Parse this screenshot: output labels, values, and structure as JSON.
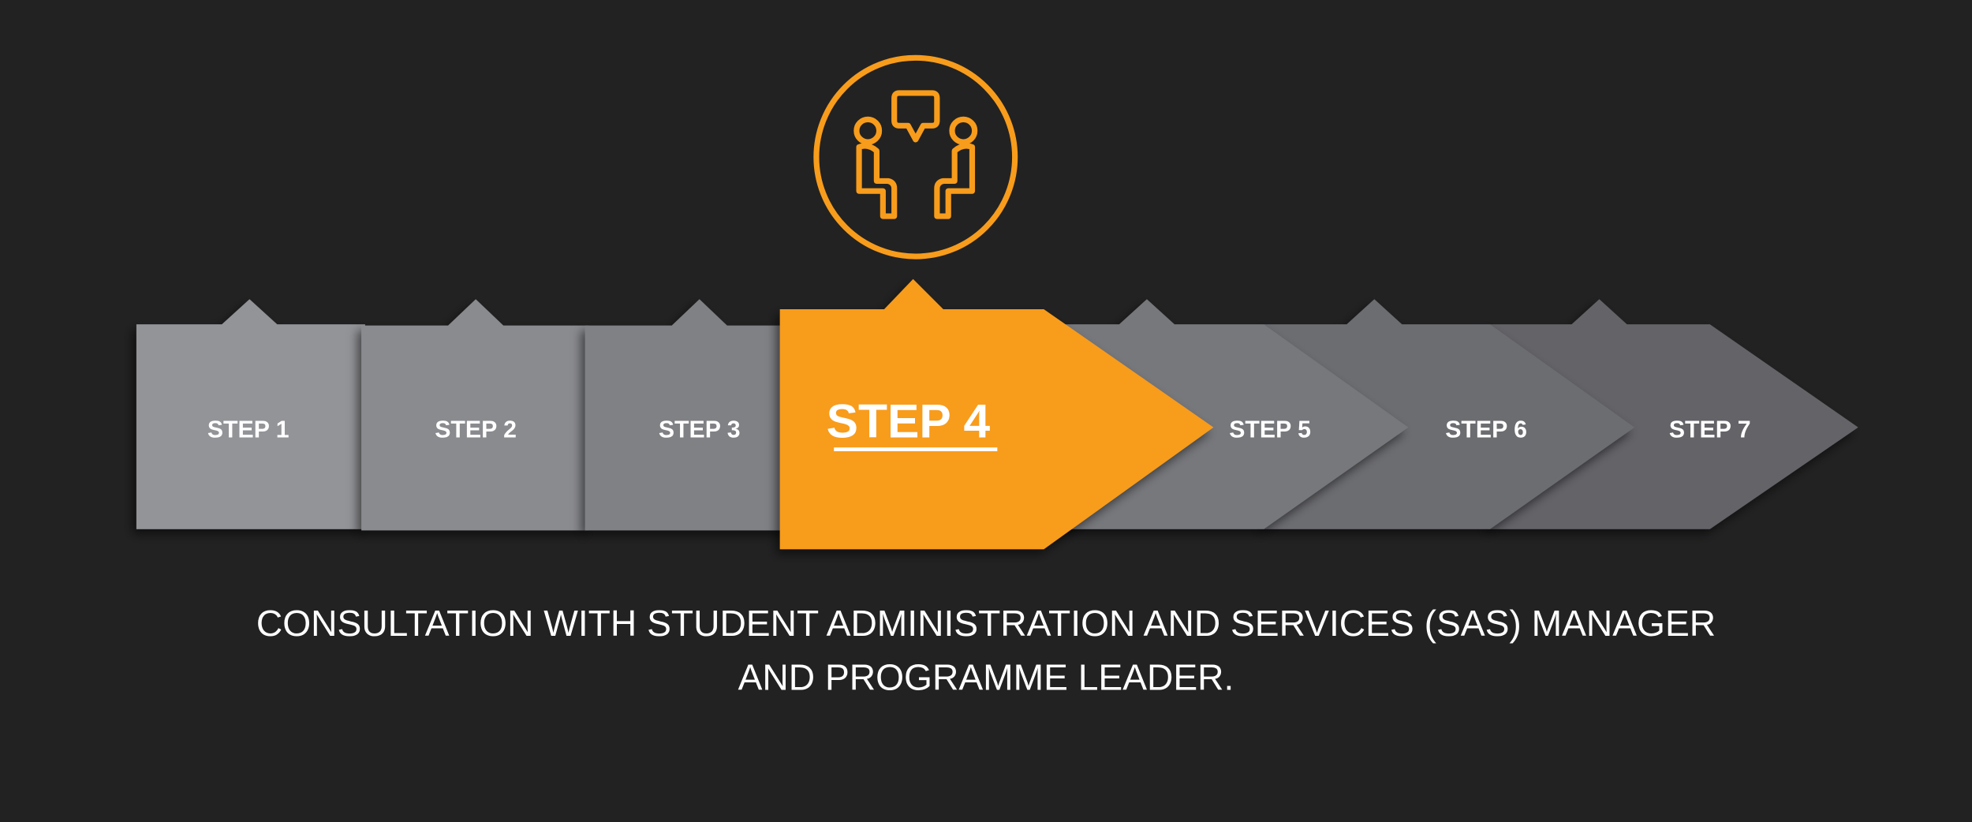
{
  "steps": [
    {
      "label": "STEP 1",
      "color": "#939498"
    },
    {
      "label": "STEP 2",
      "color": "#8a8b8f"
    },
    {
      "label": "STEP 3",
      "color": "#808185"
    },
    {
      "label": "STEP 4",
      "color": "#f89c1c",
      "active": true
    },
    {
      "label": "STEP 5",
      "color": "#77787c"
    },
    {
      "label": "STEP 6",
      "color": "#6c6d71"
    },
    {
      "label": "STEP 7",
      "color": "#636468"
    }
  ],
  "icon": "consultation-people-speech-icon",
  "caption": {
    "line1": "CONSULTATION WITH STUDENT ADMINISTRATION AND SERVICES (SAS) MANAGER",
    "line2": "AND PROGRAMME LEADER."
  },
  "colors": {
    "background": "#222222",
    "accent": "#f89c1c"
  }
}
